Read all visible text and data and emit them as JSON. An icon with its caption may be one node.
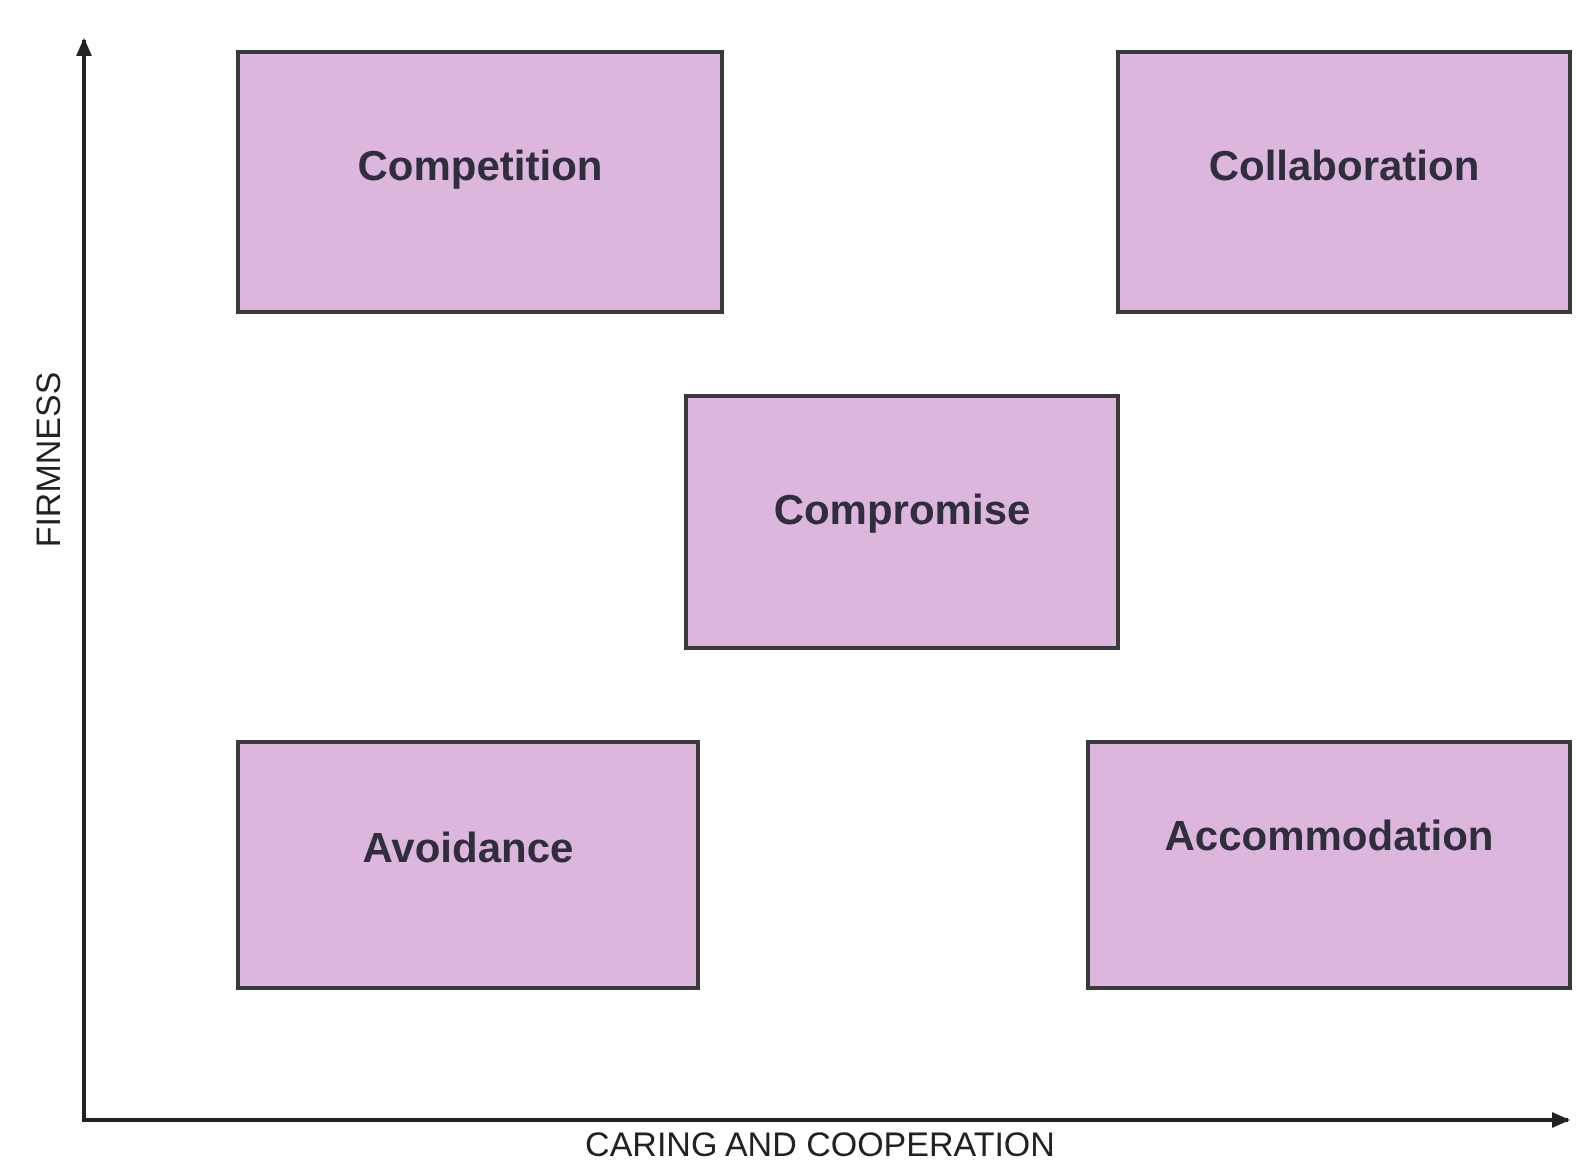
{
  "diagram": {
    "nodes": [
      {
        "text": [
          "Competition"
        ]
      },
      {
        "text": [
          "Collaboration"
        ]
      },
      {
        "text": [
          "Compromise"
        ]
      },
      {
        "text": [
          "Avoidance"
        ]
      },
      {
        "text": [
          "Accommodation"
        ]
      }
    ],
    "labels": [
      "FIRMNESS",
      "CARING AND COOPERATION"
    ]
  }
}
